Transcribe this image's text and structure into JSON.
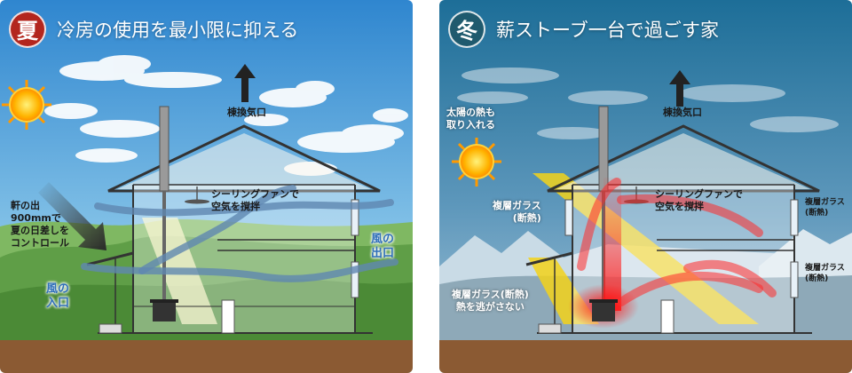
{
  "summer": {
    "badge": "夏",
    "badge_color": "#b3261e",
    "title": "冷房の使用を最小限に抑える",
    "vent_label": "棟換気口",
    "eave_label": [
      "軒の出",
      "900mmで",
      "夏の日差しを",
      "コントロール"
    ],
    "fan_label": [
      "シーリングファンで",
      "空気を撹拌"
    ],
    "wind_in_label": [
      "風の",
      "入口"
    ],
    "wind_out_label": [
      "風の",
      "出口"
    ]
  },
  "winter": {
    "badge": "冬",
    "badge_color": "#1f5a6e",
    "title": "薪ストーブ一台で過ごす家",
    "vent_label": "棟換気口",
    "sun_label": [
      "太陽の熱も",
      "取り入れる"
    ],
    "fan_label": [
      "シーリングファンで",
      "空気を撹拌"
    ],
    "glass_upper_left": [
      "複層ガラス",
      "(断熱)"
    ],
    "glass_lower_left": [
      "複層ガラス(断熱)",
      "熱を逃がさない"
    ],
    "glass_upper_right": [
      "複層ガラス",
      "(断熱)"
    ],
    "glass_lower_right": [
      "複層ガラス",
      "(断熱)"
    ]
  }
}
